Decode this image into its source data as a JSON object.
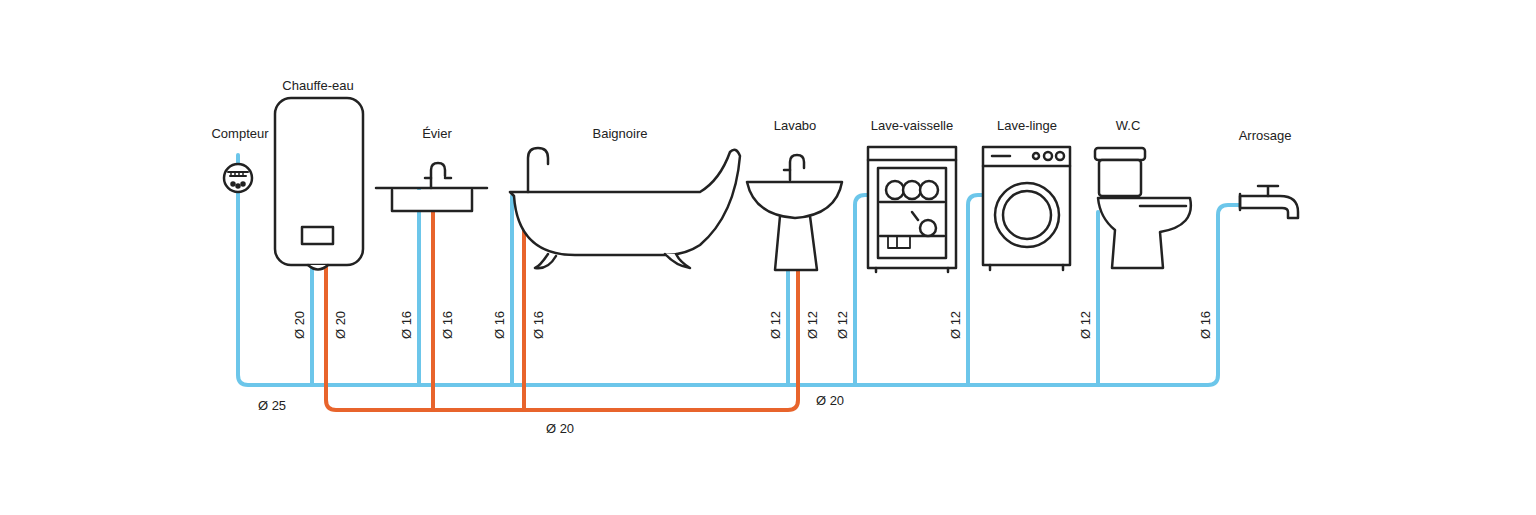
{
  "diagram": {
    "labels": [
      "Compteur",
      "Chauffe-eau",
      "Évier",
      "Baignoire",
      "Lavabo",
      "Lave-vaisselle",
      "Lave-linge",
      "W.C",
      "Arrosage",
      "Ø 20",
      "Ø 20",
      "Ø 16",
      "Ø 16",
      "Ø 16",
      "Ø 16",
      "Ø 12",
      "Ø 12",
      "Ø 12",
      "Ø 12",
      "Ø 12",
      "Ø 16",
      "Ø 25",
      "Ø 20",
      "Ø 20"
    ]
  }
}
